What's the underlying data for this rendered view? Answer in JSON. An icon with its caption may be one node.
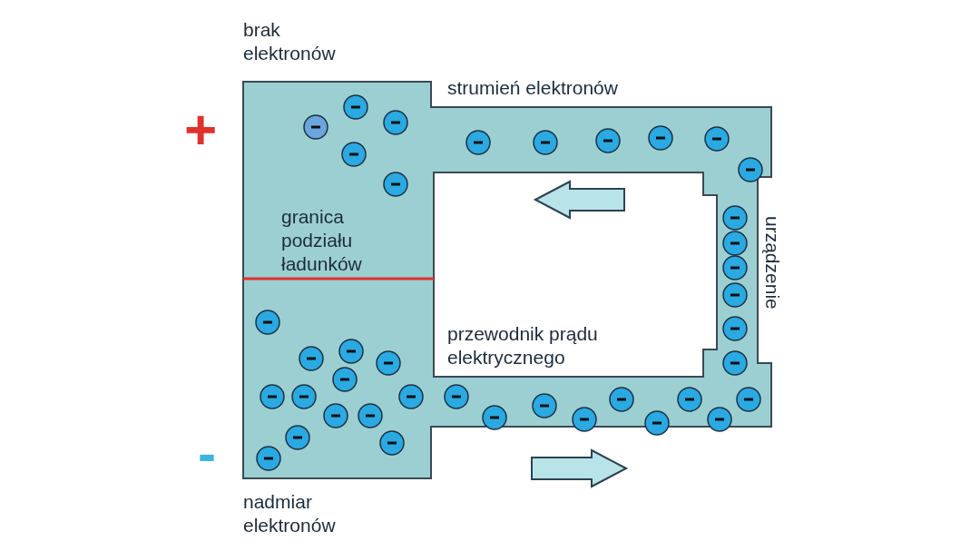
{
  "diagram": {
    "labels": [
      "brak elektronów",
      "strumień elektronów",
      "+",
      "granica podziału ładunków",
      "przewodnik prądu elektrycznego",
      "urządzenie",
      "-",
      "nadmiar elektronów"
    ]
  }
}
